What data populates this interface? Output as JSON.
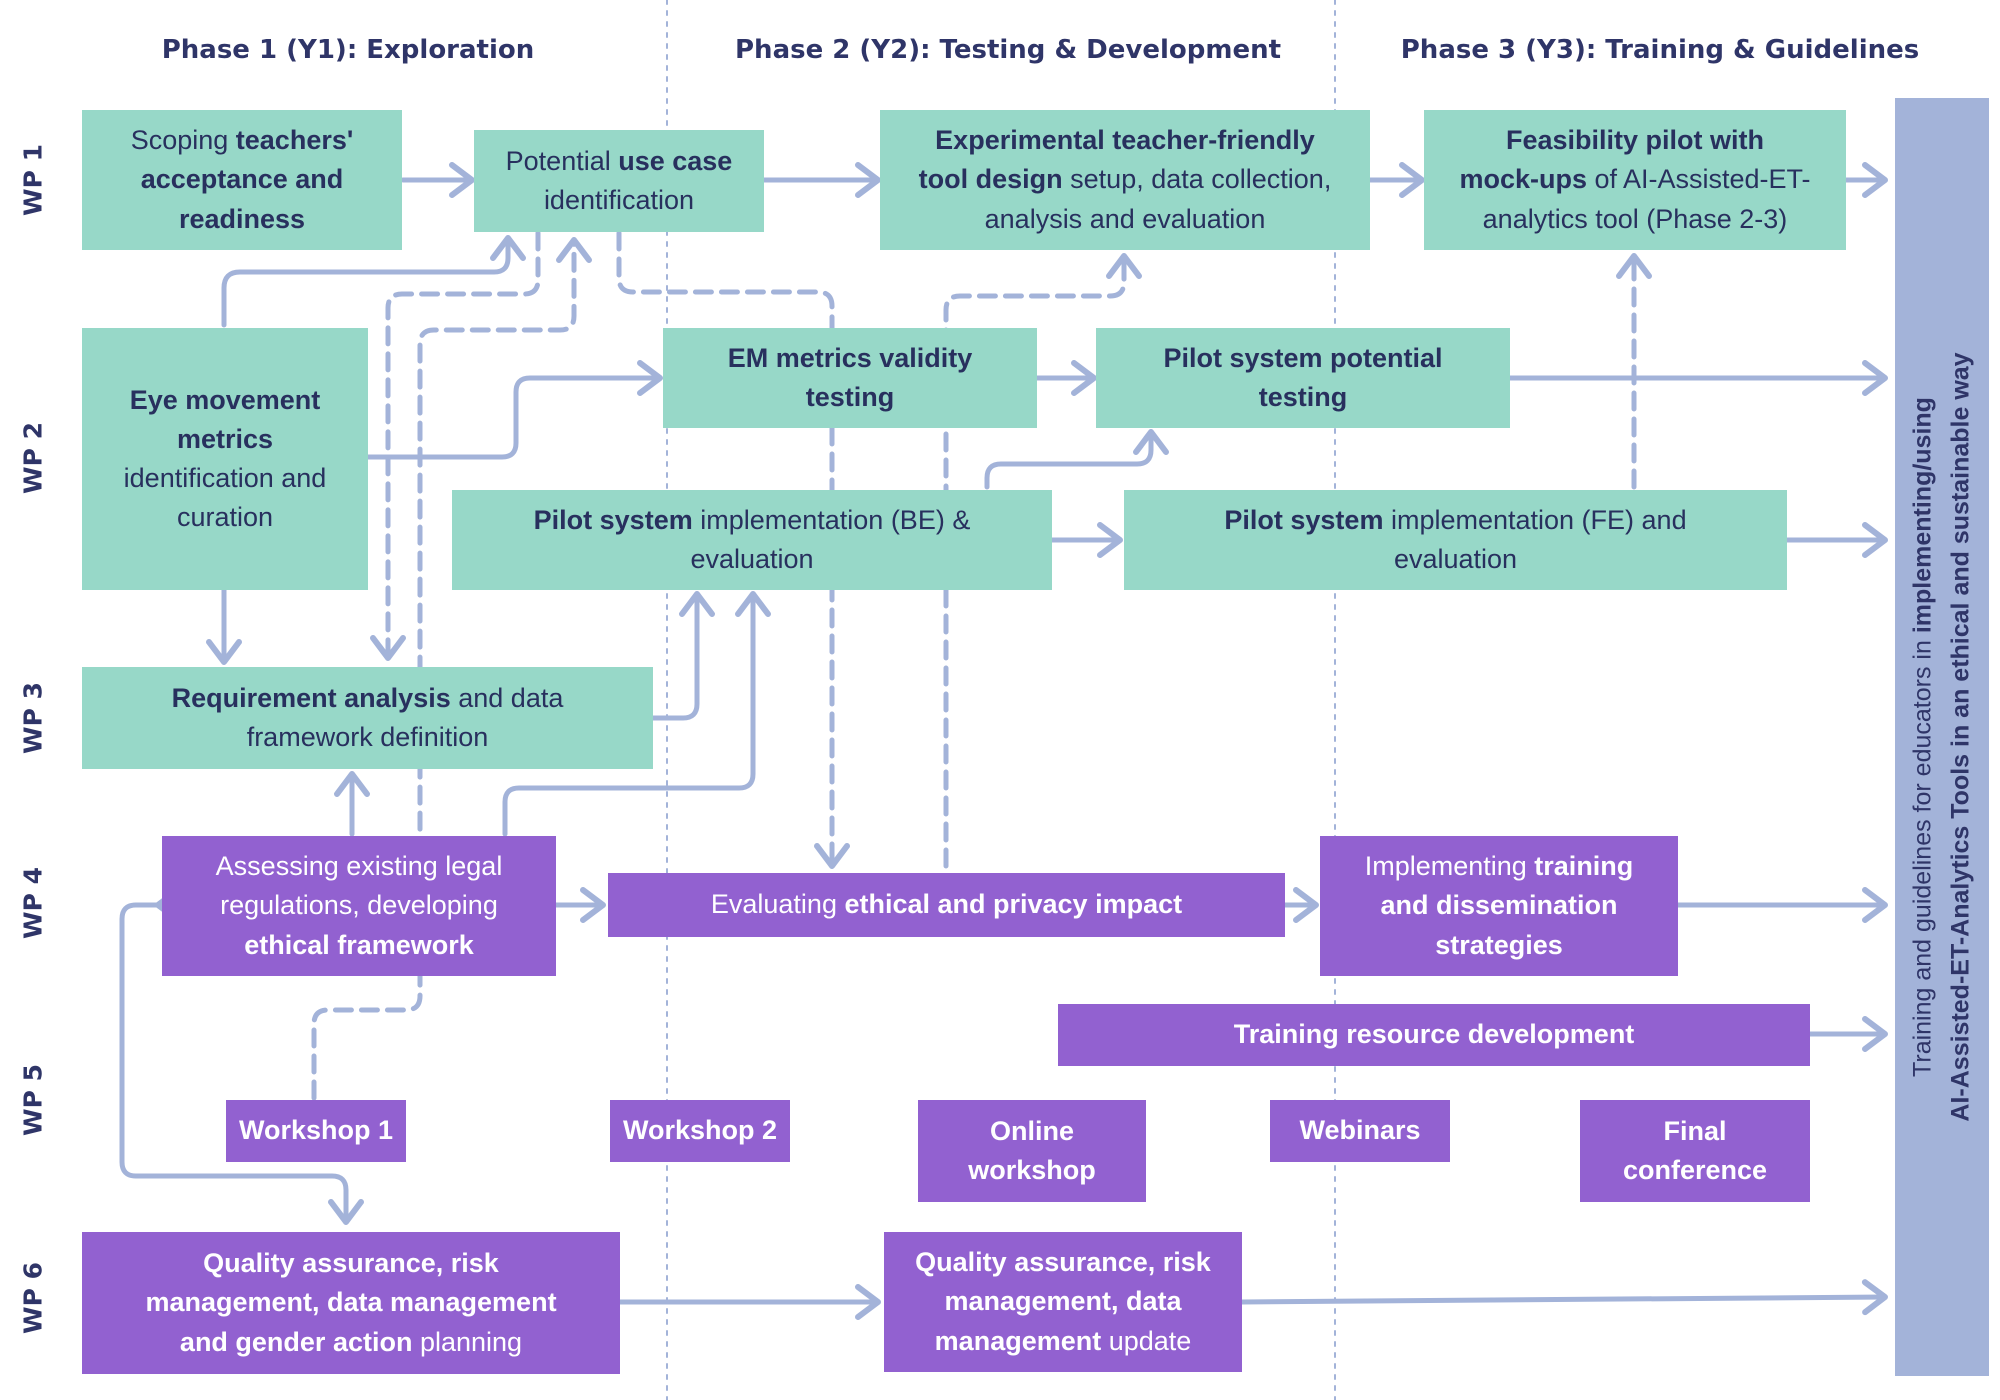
{
  "phases": [
    {
      "label": "Phase 1 (Y1): Exploration"
    },
    {
      "label": "Phase 2 (Y2): Testing & Development"
    },
    {
      "label": "Phase 3 (Y3): Training & Guidelines"
    }
  ],
  "work_packages": [
    "WP 1",
    "WP 2",
    "WP 3",
    "WP 4",
    "WP 5",
    "WP 6"
  ],
  "colors": {
    "teal_box": "#97d8c8",
    "purple_box": "#9261d0",
    "connector": "#a3b3d9",
    "heading_text": "#2f3568",
    "sidebar": "#a3b3d9"
  },
  "boxes": {
    "scoping": {
      "l1a": "Scoping ",
      "l1b": "teachers'",
      "l2": "acceptance and",
      "l3": "readiness"
    },
    "use_case": {
      "l1a": "Potential ",
      "l1b": "use case",
      "l2": "identification"
    },
    "experimental": {
      "l1": "Experimental teacher-friendly",
      "l2a": "tool design",
      "l2b": " setup, data collection,",
      "l3": "analysis and evaluation"
    },
    "feasibility": {
      "l1": "Feasibility pilot with",
      "l2a": "mock-ups",
      "l2b": " of AI-Assisted-ET-",
      "l3": "analytics tool (Phase 2-3)"
    },
    "eye_movement": {
      "l1": "Eye movement",
      "l2": "metrics",
      "l3": "identification and",
      "l4": "curation"
    },
    "em_validity": {
      "l1": "EM metrics validity",
      "l2": "testing"
    },
    "pilot_potential": {
      "l1": "Pilot system potential",
      "l2": "testing"
    },
    "pilot_be": {
      "l1a": "Pilot system",
      "l1b": " implementation (BE) &",
      "l2": "evaluation"
    },
    "pilot_fe": {
      "l1a": "Pilot system",
      "l1b": " implementation (FE) and",
      "l2": "evaluation"
    },
    "requirement": {
      "l1a": "Requirement analysis",
      "l1b": " and data",
      "l2": "framework definition"
    },
    "legal": {
      "l1": "Assessing existing legal",
      "l2": "regulations, developing",
      "l3": "ethical framework"
    },
    "ethical_impact": {
      "l1a": "Evaluating ",
      "l1b": "ethical and privacy impact"
    },
    "training_dissemination": {
      "l1a": "Implementing ",
      "l1b": "training",
      "l2": "and dissemination",
      "l3": "strategies"
    },
    "training_resource": {
      "l1": "Training resource development"
    },
    "workshop1": {
      "l1": "Workshop 1"
    },
    "workshop2": {
      "l1": "Workshop 2"
    },
    "online_workshop": {
      "l1": "Online",
      "l2": "workshop"
    },
    "webinars": {
      "l1": "Webinars"
    },
    "final_conference": {
      "l1": "Final",
      "l2": "conference"
    },
    "qa1": {
      "l1": "Quality assurance, risk",
      "l2": "management, data management",
      "l3a": "and gender action",
      "l3b": " planning"
    },
    "qa2": {
      "l1": "Quality assurance, risk",
      "l2": "management, data",
      "l3a": "management",
      "l3b": " update"
    }
  },
  "sidebar": {
    "l1a": "Training and guidelines for educators in ",
    "l1b": "implementing/using",
    "l2": "AI-Assisted-ET-Analytics Tools in an ethical and sustainable way"
  }
}
